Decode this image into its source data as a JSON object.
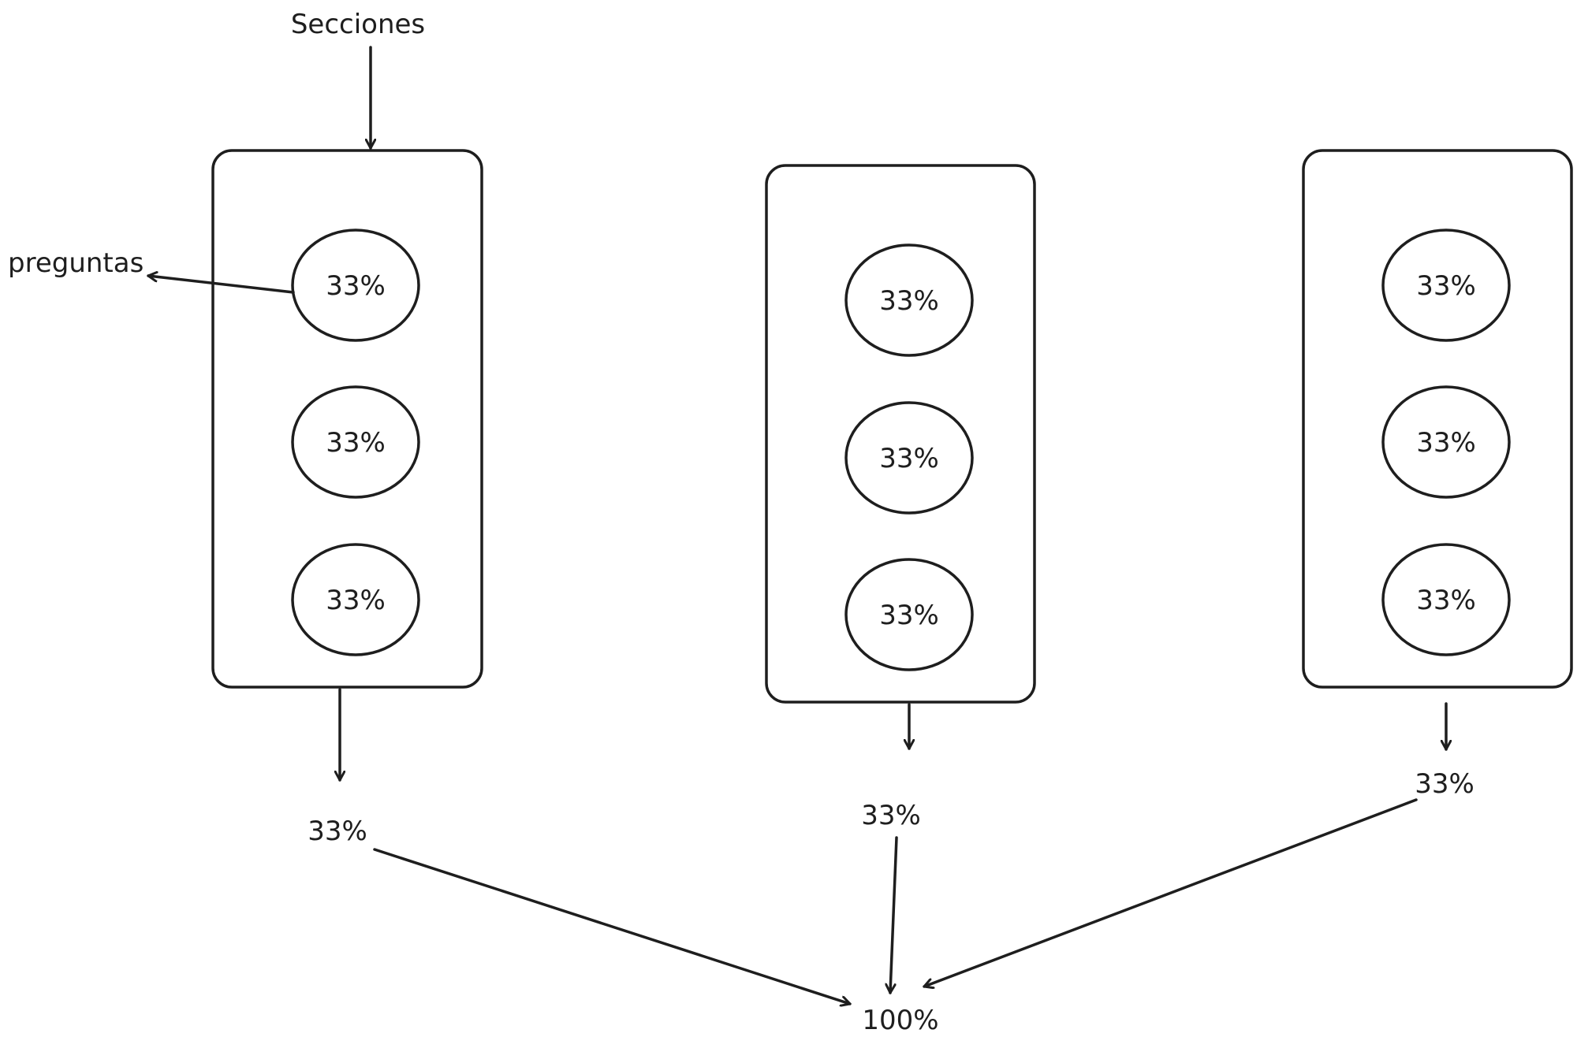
{
  "labels": {
    "secciones": "Secciones",
    "preguntas": "preguntas"
  },
  "sections": [
    {
      "questions": [
        "33%",
        "33%",
        "33%"
      ],
      "result": "33%"
    },
    {
      "questions": [
        "33%",
        "33%",
        "33%"
      ],
      "result": "33%"
    },
    {
      "questions": [
        "33%",
        "33%",
        "33%"
      ],
      "result": "33%"
    }
  ],
  "total": "100%",
  "colors": {
    "stroke": "#1e1e1e",
    "background": "#ffffff"
  }
}
